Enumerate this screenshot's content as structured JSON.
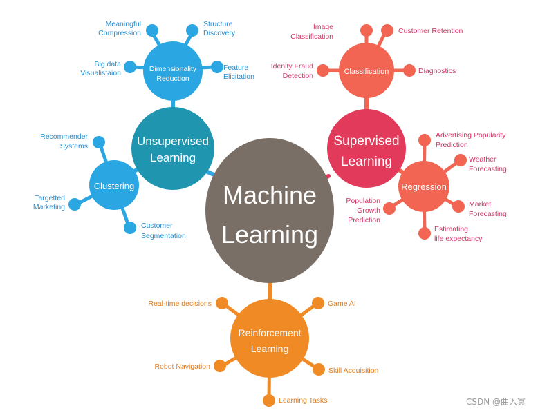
{
  "colors": {
    "center": "#7a6f66",
    "blue_dark": "#1f95b0",
    "blue_light": "#2aa7e2",
    "red": "#e23a5a",
    "salmon": "#f16552",
    "orange": "#f08a24",
    "blue_text": "#2a8fd0",
    "red_text": "#d23464",
    "orange_text": "#e07a1a"
  },
  "center": {
    "line1": "Machine",
    "line2": "Learning"
  },
  "unsupervised": {
    "line1": "Unsupervised",
    "line2": "Learning",
    "dimensionality": {
      "line1": "Dimensionality",
      "line2": "Reduction",
      "meaningful_1": "Meaningful",
      "meaningful_2": "Compression",
      "structure_1": "Structure",
      "structure_2": "Discovery",
      "bigdata_1": "Big data",
      "bigdata_2": "Visualistaion",
      "feature_1": "Feature",
      "feature_2": "Elicitation"
    },
    "clustering": {
      "title": "Clustering",
      "recommender_1": "Recommender",
      "recommender_2": "Systems",
      "targetted_1": "Targetted",
      "targetted_2": "Marketing",
      "customer_1": "Customer",
      "customer_2": "Segmentation"
    }
  },
  "supervised": {
    "line1": "Supervised",
    "line2": "Learning",
    "classification": {
      "title": "Classification",
      "image_1": "Image",
      "image_2": "Classification",
      "retention": "Customer Retention",
      "fraud_1": "Idenity Fraud",
      "fraud_2": "Detection",
      "diagnostics": "Diagnostics"
    },
    "regression": {
      "title": "Regression",
      "advertising_1": "Advertising Popularity",
      "advertising_2": "Prediction",
      "weather_1": "Weather",
      "weather_2": "Forecasting",
      "population_1": "Population",
      "population_2": "Growth",
      "population_3": "Prediction",
      "market_1": "Market",
      "market_2": "Forecasting",
      "life_1": "Estimating",
      "life_2": "life expectancy"
    }
  },
  "reinforcement": {
    "line1": "Reinforcement",
    "line2": "Learning",
    "realtime": "Real-time decisions",
    "game_ai": "Game AI",
    "robot": "Robot Navigation",
    "skill": "Skill Acquisition",
    "tasks": "Learning Tasks"
  },
  "watermark": "CSDN @曲入冥"
}
